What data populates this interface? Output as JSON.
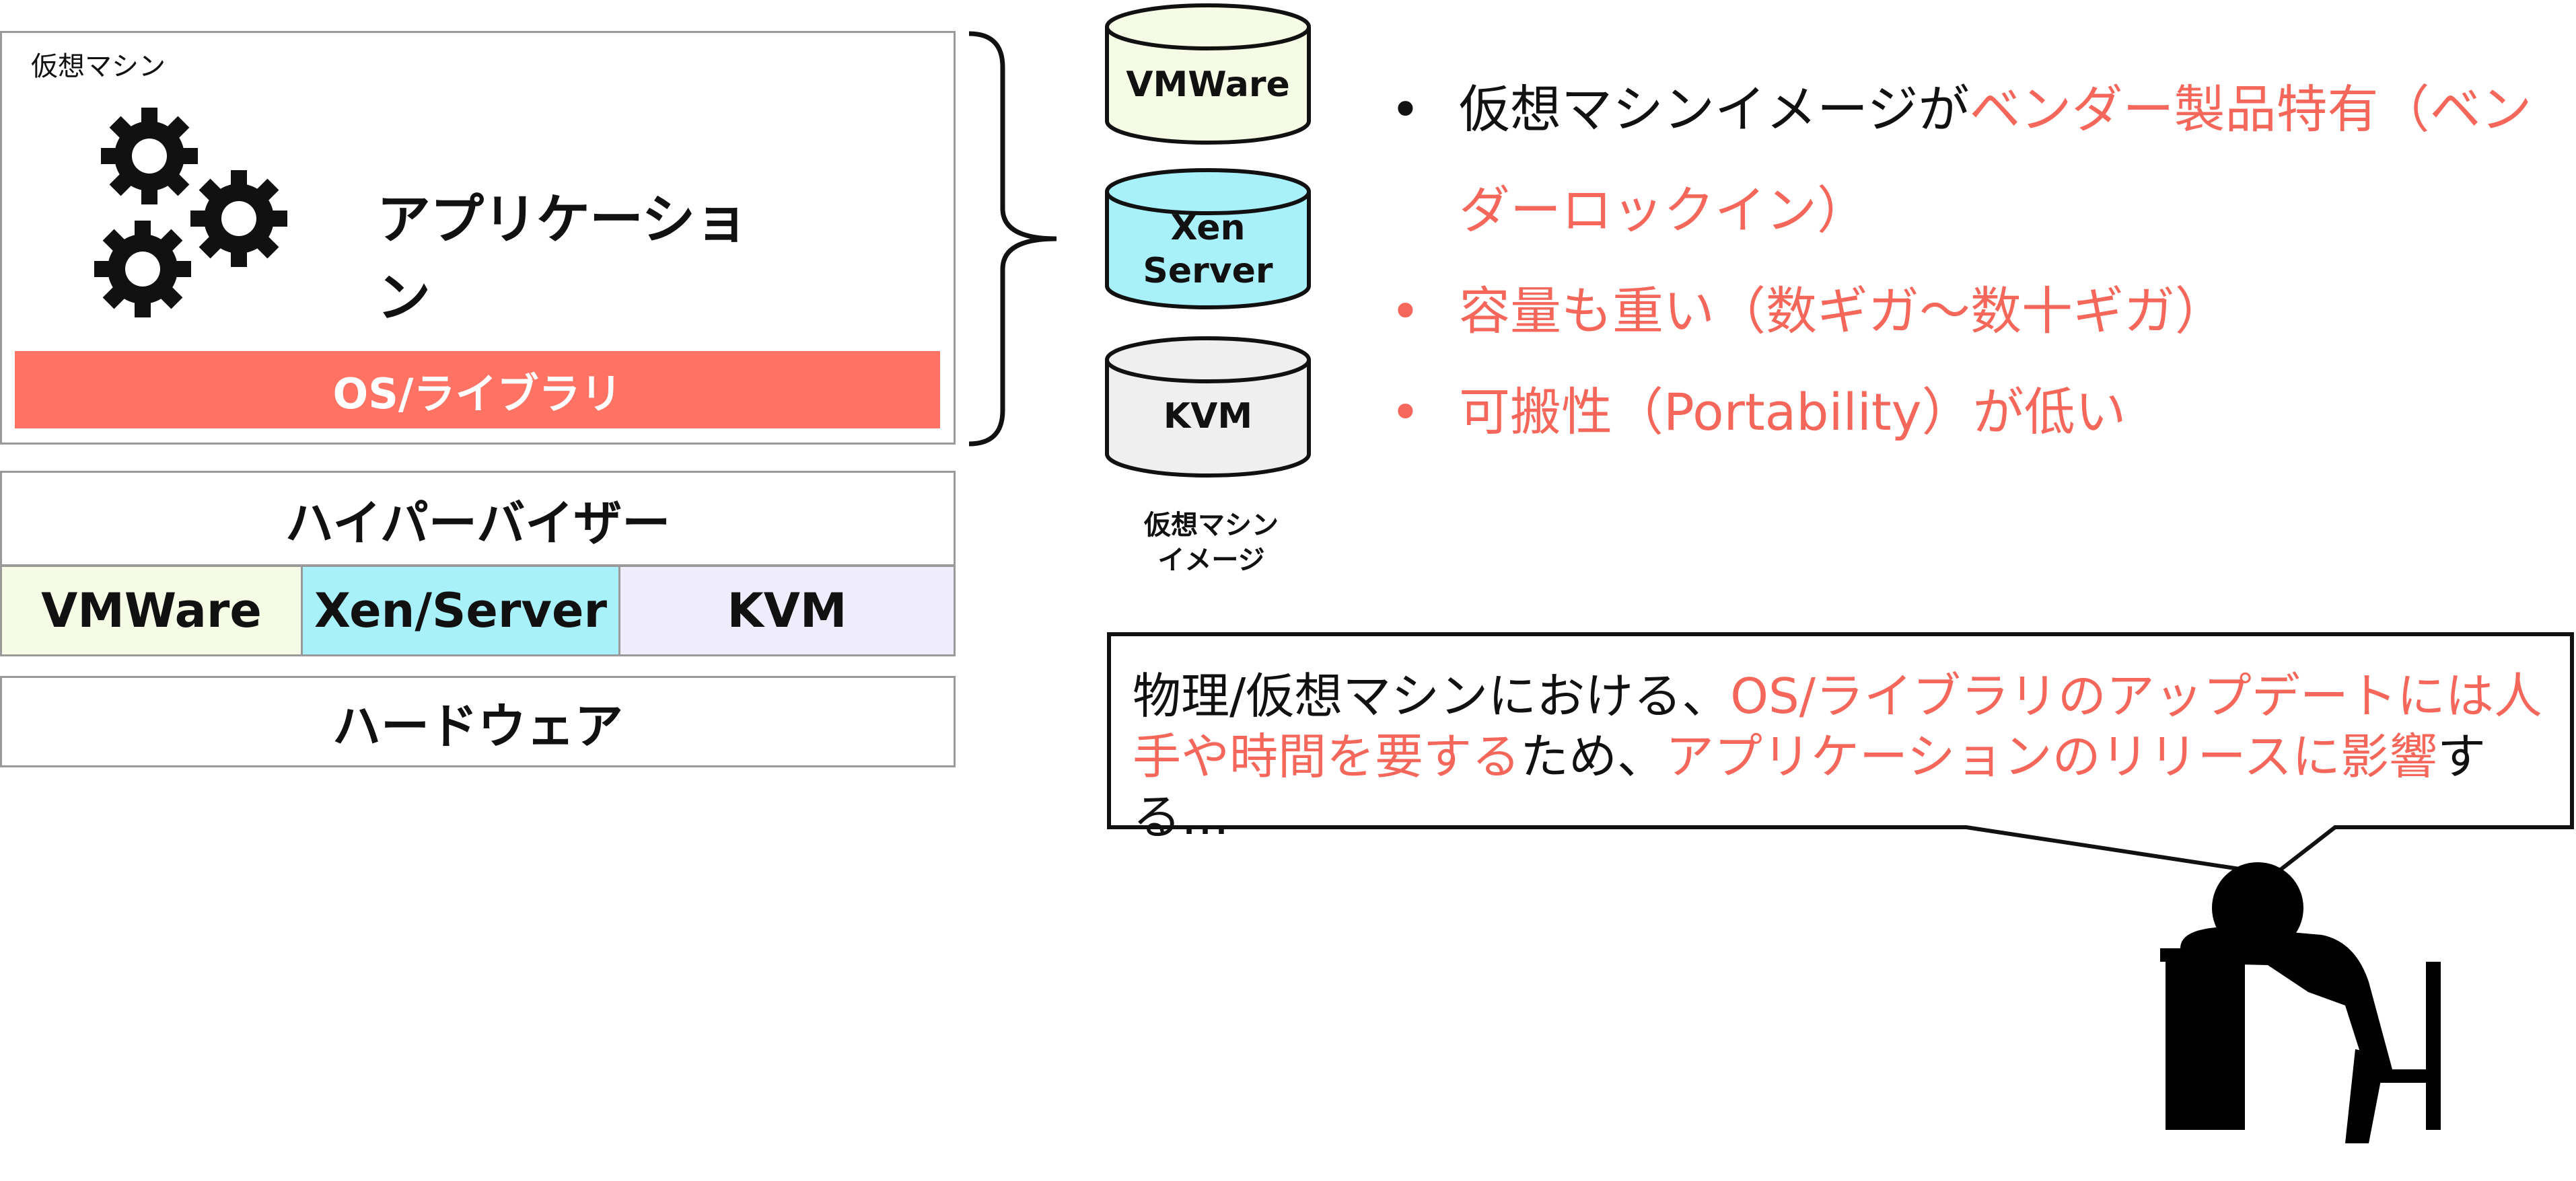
{
  "vm": {
    "label": "仮想マシン",
    "app_title": "アプリケーション",
    "os_bar": "OS/ライブラリ"
  },
  "stack": {
    "hypervisor": "ハイパーバイザー",
    "vendors": [
      "VMWare",
      "Xen/Server",
      "KVM"
    ],
    "hardware": "ハードウェア"
  },
  "images": {
    "cylinders": [
      {
        "line1": "VMWare",
        "line2": "",
        "color": "#f6fbe6"
      },
      {
        "line1": "Xen",
        "line2": "Server",
        "color": "#a8f0fa"
      },
      {
        "line1": "KVM",
        "line2": "",
        "color": "#efefef"
      }
    ],
    "caption_line1": "仮想マシン",
    "caption_line2": "イメージ"
  },
  "bullets": [
    {
      "dot": "•",
      "black": "仮想マシンイメージが",
      "red": "ベンダー製品特有（ベンダーロックイン）"
    },
    {
      "dot": "•",
      "black": "",
      "red": "容量も重い（数ギガ～数十ギガ）"
    },
    {
      "dot": "•",
      "black": "",
      "red": "可搬性（Portability）が低い"
    }
  ],
  "bubble": {
    "part1": "物理/仮想マシンにおける、",
    "part2_red": "OS/ライブラリのアップデートには人手や時間を要する",
    "part3": "ため、",
    "part4_red": "アプリケーションのリリースに影響",
    "part5": "する…"
  },
  "colors": {
    "accent_red": "#f5675a",
    "os_bar": "#ff7264"
  }
}
